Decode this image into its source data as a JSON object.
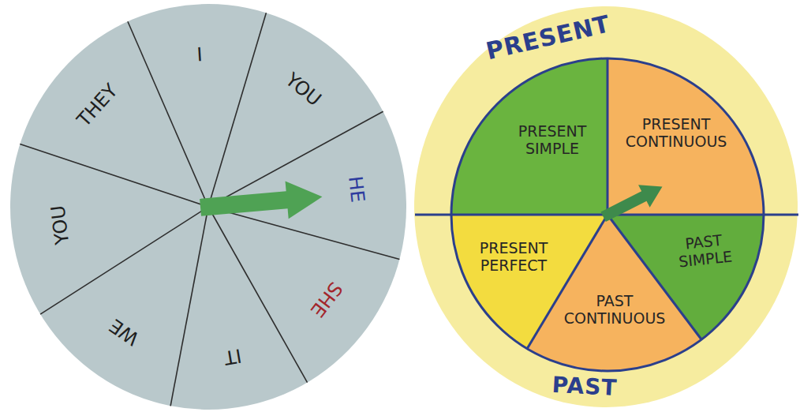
{
  "diagram": {
    "nodes": [
      {
        "text": [
          "I"
        ]
      },
      {
        "text": [
          "YOU"
        ]
      },
      {
        "text": [
          "HE"
        ]
      },
      {
        "text": [
          "SHE"
        ]
      },
      {
        "text": [
          "IT"
        ]
      },
      {
        "text": [
          "WE"
        ]
      },
      {
        "text": [
          "YOU"
        ]
      },
      {
        "text": [
          "THEY"
        ]
      },
      {
        "text": [
          "PRESENT",
          "PAST"
        ]
      },
      {
        "text": [
          "PRESENT SIMPLE"
        ],
        "in": 8
      },
      {
        "text": [
          "PRESENT CONTINUOUS"
        ],
        "in": 8
      },
      {
        "text": [
          "PRESENT PERFECT"
        ],
        "in": 8
      },
      {
        "text": [
          "PAST CONTINUOUS"
        ],
        "in": 8
      },
      {
        "text": [
          "PAST SIMPLE"
        ],
        "in": 8
      }
    ]
  }
}
